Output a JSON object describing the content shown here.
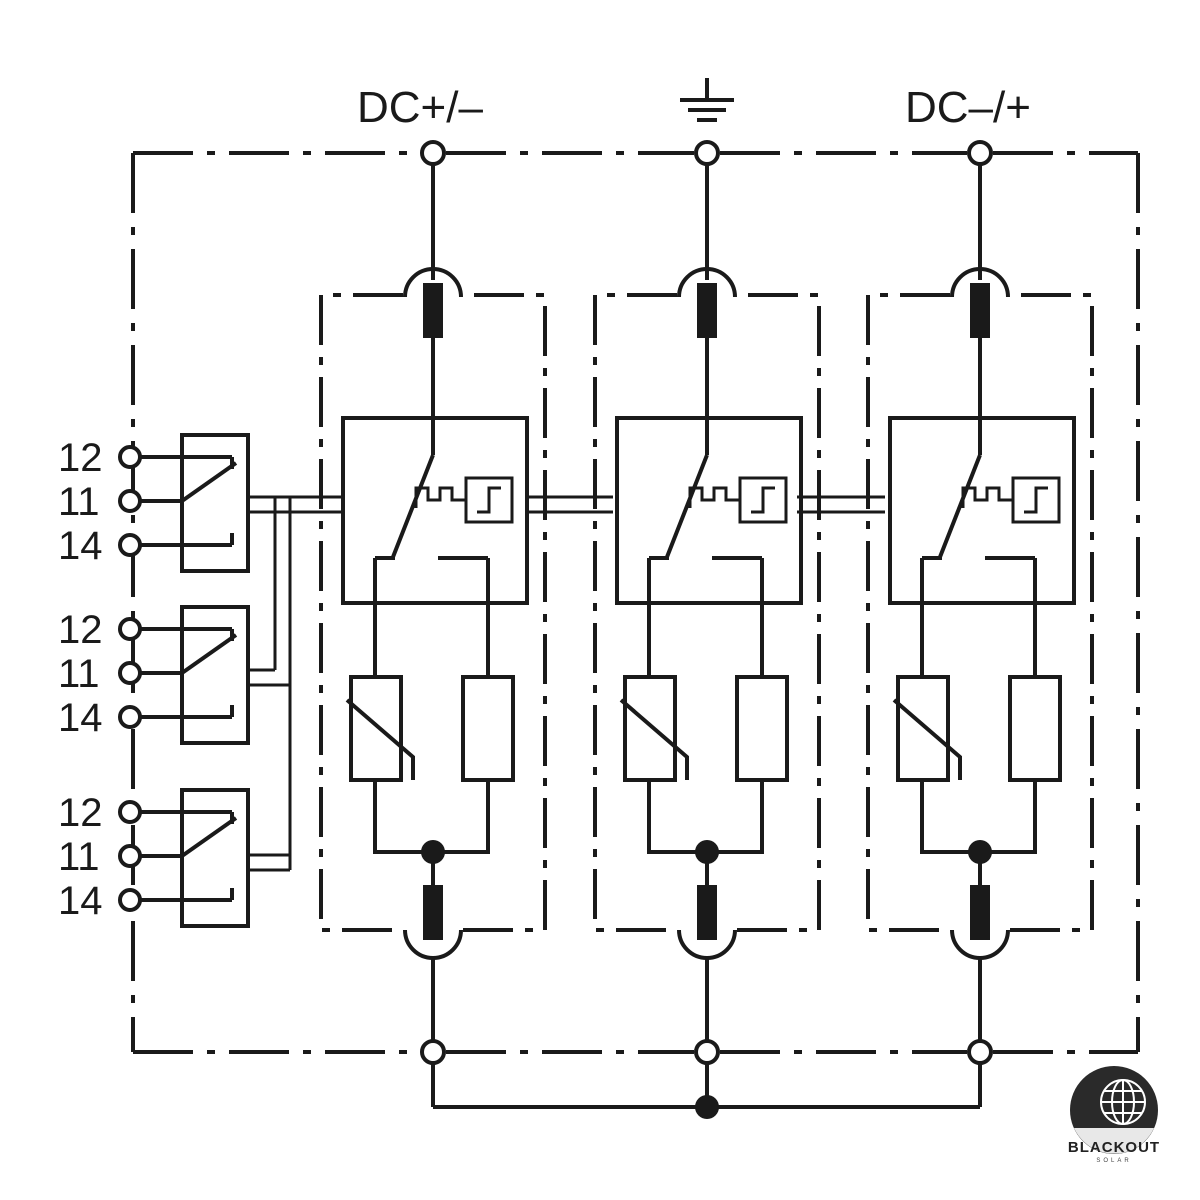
{
  "labels": {
    "top_left": "DC+/–",
    "top_right": "DC–/+"
  },
  "contacts": [
    {
      "pins": [
        "12",
        "11",
        "14"
      ]
    },
    {
      "pins": [
        "12",
        "11",
        "14"
      ]
    },
    {
      "pins": [
        "12",
        "11",
        "14"
      ]
    }
  ],
  "logo": {
    "name": "BLACKOUT",
    "sub": "SOLAR"
  },
  "colors": {
    "line": "#1a1a1a",
    "background": "#ffffff"
  }
}
